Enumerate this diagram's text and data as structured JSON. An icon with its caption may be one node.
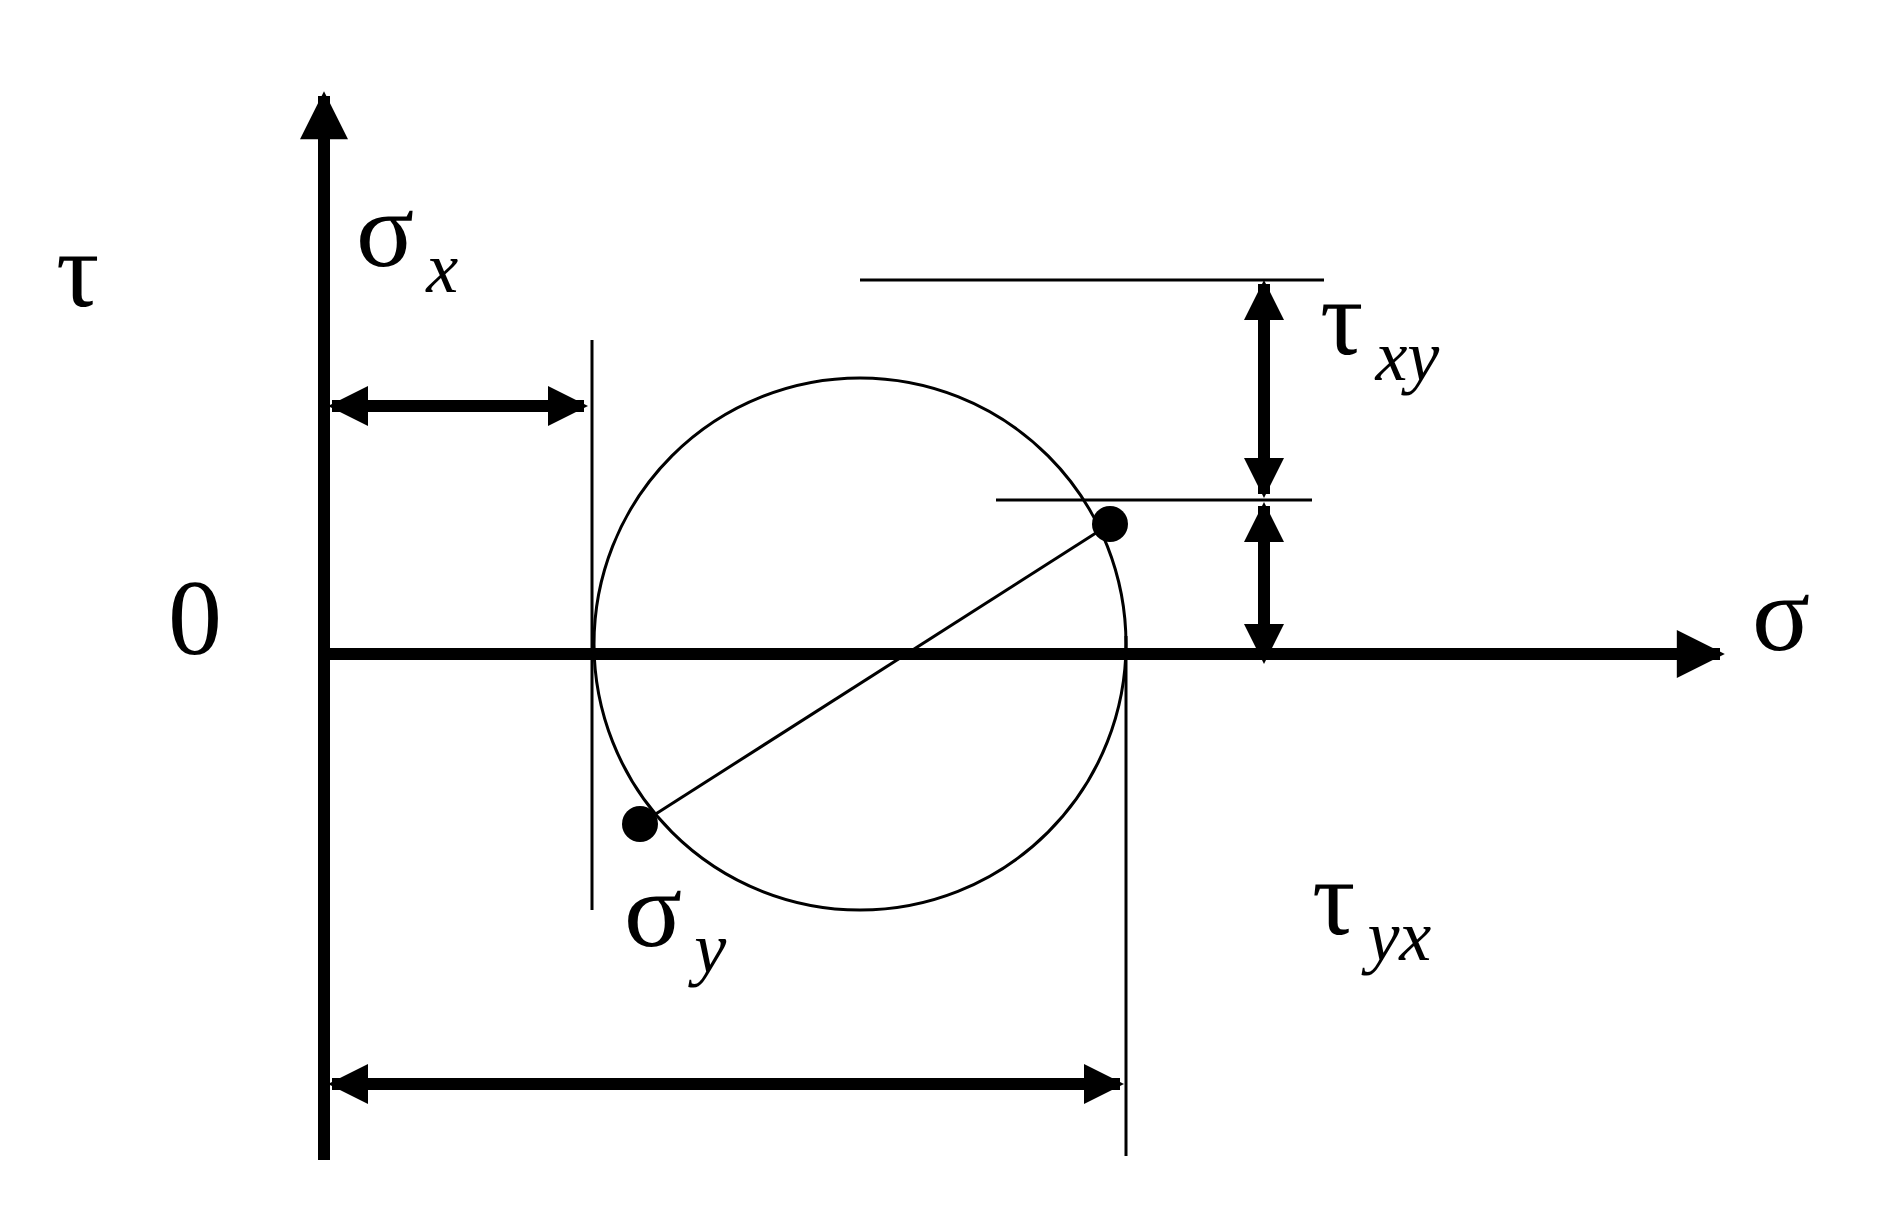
{
  "diagram": {
    "labels": [
      "τ",
      "σ$_{x}$",
      "τ$_{xy}$",
      "0",
      "σ",
      "τ$_{yx}$",
      "σ$_{y}$"
    ]
  }
}
